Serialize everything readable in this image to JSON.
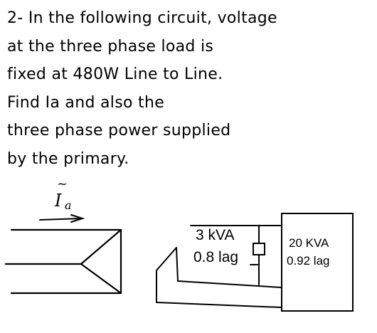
{
  "question": {
    "lines": [
      "2- In the following circuit, voltage",
      "at the three phase load is",
      "fixed at 480W Line to Line.",
      "Find Ia and also the",
      "three phase power supplied",
      "by the primary."
    ]
  },
  "circuit": {
    "current_label": {
      "tilde": "~",
      "main": "I",
      "subscript": "a"
    },
    "load_small": {
      "rating": "3 kVA",
      "pf": "0.8 lag"
    },
    "load_large": {
      "rating": "20 KVA",
      "pf": "0.92 lag"
    }
  }
}
